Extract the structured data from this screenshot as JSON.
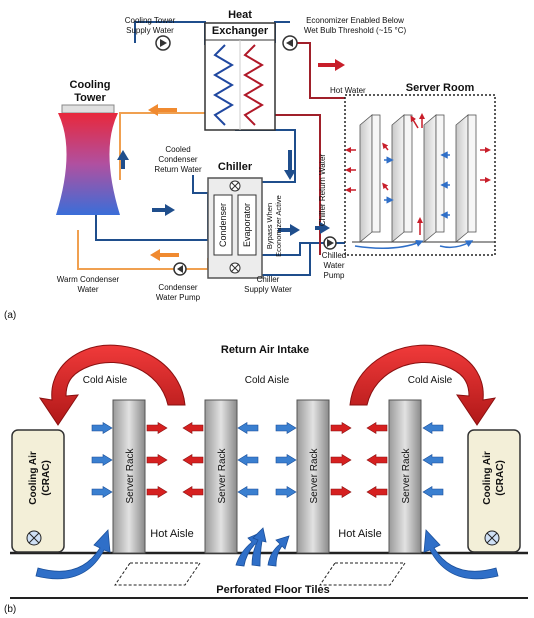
{
  "panel_a": {
    "label": "(a)",
    "heat_exchanger_title_1": "Heat",
    "heat_exchanger_title_2": "Exchanger",
    "economizer_1": "Economizer Enabled Below",
    "economizer_2": "Wet Bulb Threshold (~15 °C)",
    "cooling_tower_supply_1": "Cooling Tower",
    "cooling_tower_supply_2": "Supply Water",
    "cooling_tower_title_1": "Cooling",
    "cooling_tower_title_2": "Tower",
    "hot_water": "Hot Water",
    "server_room": "Server Room",
    "chiller_return_water": "Chiller Return Water",
    "cooled_condenser_1": "Cooled",
    "cooled_condenser_2": "Condenser",
    "cooled_condenser_3": "Return Water",
    "chiller": "Chiller",
    "condenser": "Condenser",
    "evaporator": "Evaporator",
    "bypass_1": "Bypass When",
    "bypass_2": "Economizer Active",
    "chilled_water_pump_1": "Chilled",
    "chilled_water_pump_2": "Water",
    "chilled_water_pump_3": "Pump",
    "warm_condenser_1": "Warm Condenser",
    "warm_condenser_2": "Water",
    "condenser_pump_1": "Condenser",
    "condenser_pump_2": "Water Pump",
    "chiller_supply_1": "Chiller",
    "chiller_supply_2": "Supply Water"
  },
  "panel_b": {
    "label": "(b)",
    "return_air_intake": "Return Air Intake",
    "cold_aisle_left": "Cold Aisle",
    "cold_aisle_center": "Cold Aisle",
    "cold_aisle_right": "Cold Aisle",
    "hot_aisle_left": "Hot Aisle",
    "hot_aisle_right": "Hot Aisle",
    "server_rack": "Server Rack",
    "crac_1": "Cooling Air",
    "crac_2": "(CRAC)",
    "perforated_floor_tiles": "Perforated Floor Tiles"
  },
  "colors": {
    "blue_pipe": "#1f4e8c",
    "orange_pipe": "#f0a050",
    "red_pipe": "#b0202a",
    "hot_red": "#d62020",
    "cold_blue": "#3a7fd0"
  }
}
